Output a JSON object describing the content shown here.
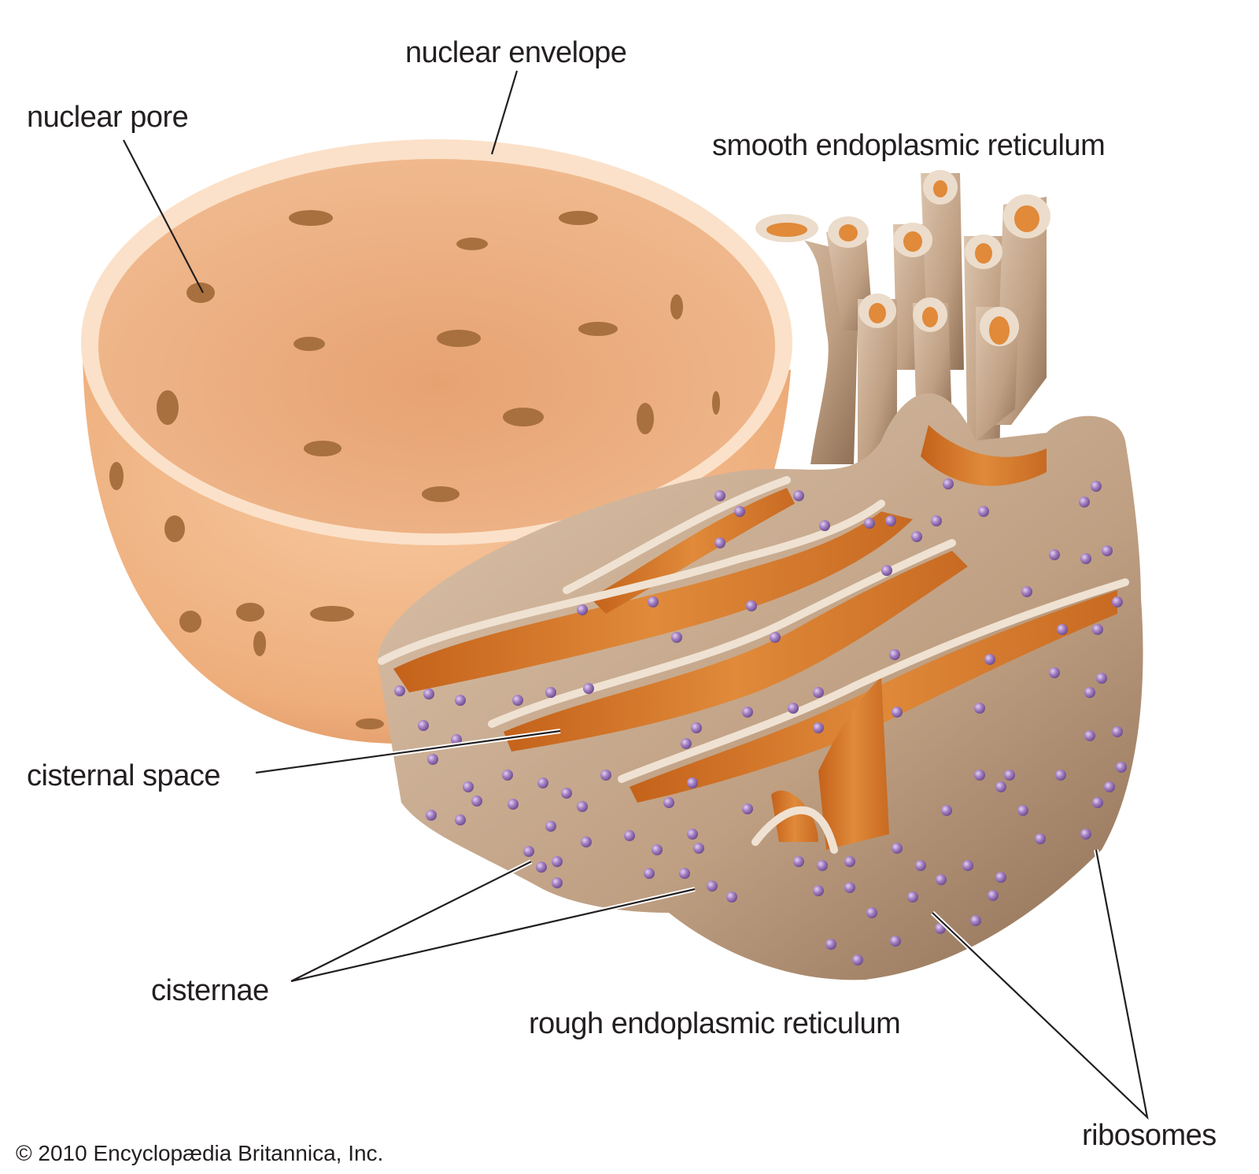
{
  "diagram": {
    "subject": "Nucleus and endoplasmic reticulum",
    "labels": {
      "nuclear_envelope": "nuclear envelope",
      "nuclear_pore": "nuclear pore",
      "smooth_er": "smooth endoplasmic reticulum",
      "cisternal_space": "cisternal space",
      "cisternae": "cisternae",
      "rough_er": "rough endoplasmic reticulum",
      "ribosomes": "ribosomes"
    },
    "credit": "© 2010 Encyclopædia Britannica, Inc.",
    "colors": {
      "nucleus_outer": "#f2b98a",
      "nucleus_inner": "#e8a774",
      "nucleus_rim": "#fbe0c8",
      "pore": "#b07840",
      "er_membrane": "#c4a78c",
      "er_membrane_dark": "#9c7e64",
      "er_rim": "#ecdccb",
      "cisternal_lumen": "#d2711f",
      "ribosome": "#9a72b8",
      "leader_line": "#231f20",
      "text": "#231f20"
    }
  }
}
